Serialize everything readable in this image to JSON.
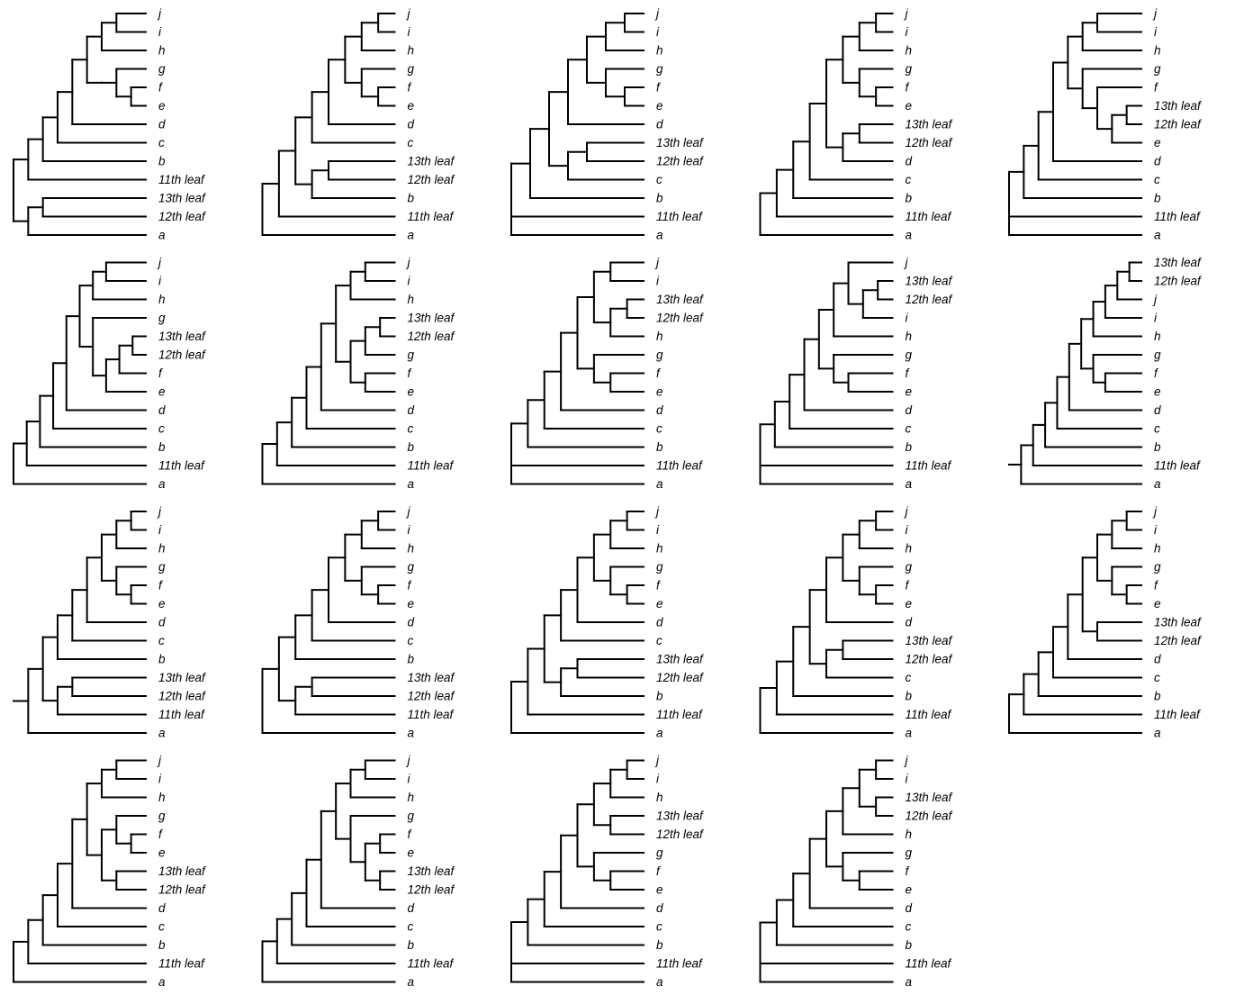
{
  "trees": [
    {
      "newick": "((((((((j,i),h),((g,(f,e)))),d),c),b),'11th leaf'),(('13th leaf','12th leaf'),a));"
    },
    {
      "newick": "((((((((j,i),h),(g,(f,e))),d),c),(('13th leaf','12th leaf'),b)),'11th leaf'),a);"
    },
    {
      "newick": "(((((((j,i),h),(g,(f,e))),d),(('13th leaf','12th leaf'),c)),b),'11th leaf',a);"
    },
    {
      "newick": "((((((((j,i),h),(g,(f,e))),(('13th leaf','12th leaf'),d)),c),b),'11th leaf'),a);"
    },
    {
      "newick": "(((((((j,i),h),(g,(f,(('13th leaf','12th leaf'),e)))),d),c),b),'11th leaf',a);"
    },
    {
      "newick": "((((((((j,i),h),(g,((('13th leaf','12th leaf'),f),e))),d),c),b),'11th leaf'),a);"
    },
    {
      "newick": "((((((((j,i),h),((('13th leaf','12th leaf'),g),(f,e))),d),c),b),'11th leaf'),a);"
    },
    {
      "newick": "(((((((j,i),(('13th leaf','12th leaf'),h)),(g,(f,e))),d),c),b),'11th leaf',a);"
    },
    {
      "newick": "(((((((j,(('13th leaf','12th leaf'),i)),h),(g,(f,e))),d),c),b),'11th leaf',a);"
    },
    {
      "newick": "((((((((((('13th leaf','12th leaf'),j),i),h),(g,(f,e))),d),c),b),'11th leaf'),a);"
    },
    {
      "newick": "(((((((((j,i),h),(g,(f,e))),d),c),b),(('13th leaf','12th leaf'),'11th leaf')),a);"
    },
    {
      "newick": "((((((((j,i),h),(g,(f,e))),d),c),b),(('13th leaf','12th leaf'),'11th leaf')),a);"
    },
    {
      "newick": "((((((((j,i),h),(g,(f,e))),d),c),(('13th leaf','12th leaf'),b)),'11th leaf'),a);"
    },
    {
      "newick": "((((((((j,i),h),(g,(f,e))),d),(('13th leaf','12th leaf'),c)),b),'11th leaf'),a);"
    },
    {
      "newick": "(((((((((j,i),h),(g,(f,e))),('13th leaf','12th leaf')),d),c),b),'11th leaf'),a);"
    },
    {
      "newick": "((((((((j,i),h),((g,(f,e)),('13th leaf','12th leaf'))),d),c),b),'11th leaf'),a);"
    },
    {
      "newick": "((((((((j,i),h),(g,((f,e),('13th leaf','12th leaf')))),d),c),b),'11th leaf'),a);"
    },
    {
      "newick": "((((((((j,i),h),('13th leaf','12th leaf')),(g,(f,e))),d),c),b),'11th leaf',a);"
    },
    {
      "newick": "((((((((j,i),('13th leaf','12th leaf')),h),(g,(f,e))),d),c),b),'11th leaf',a);"
    }
  ]
}
